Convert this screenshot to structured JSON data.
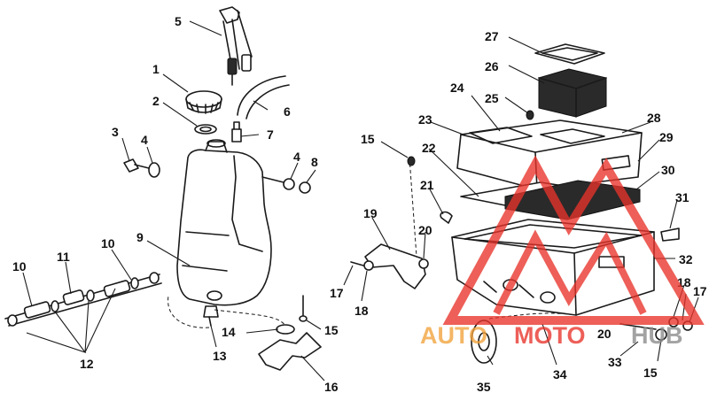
{
  "diagram": {
    "callouts": [
      "1",
      "2",
      "3",
      "4",
      "4",
      "5",
      "6",
      "7",
      "8",
      "9",
      "10",
      "10",
      "11",
      "12",
      "13",
      "14",
      "15",
      "15",
      "15",
      "16",
      "17",
      "17",
      "18",
      "18",
      "19",
      "20",
      "20",
      "21",
      "22",
      "23",
      "24",
      "25",
      "26",
      "27",
      "28",
      "29",
      "30",
      "31",
      "32",
      "33",
      "34",
      "35"
    ]
  },
  "watermark": {
    "word_auto": "AUTO",
    "word_moto": "MOTO",
    "word_hub": "HUB",
    "color_red": "#e8332a",
    "color_orange": "#f2a23a",
    "color_gray": "#8a8a8a"
  }
}
